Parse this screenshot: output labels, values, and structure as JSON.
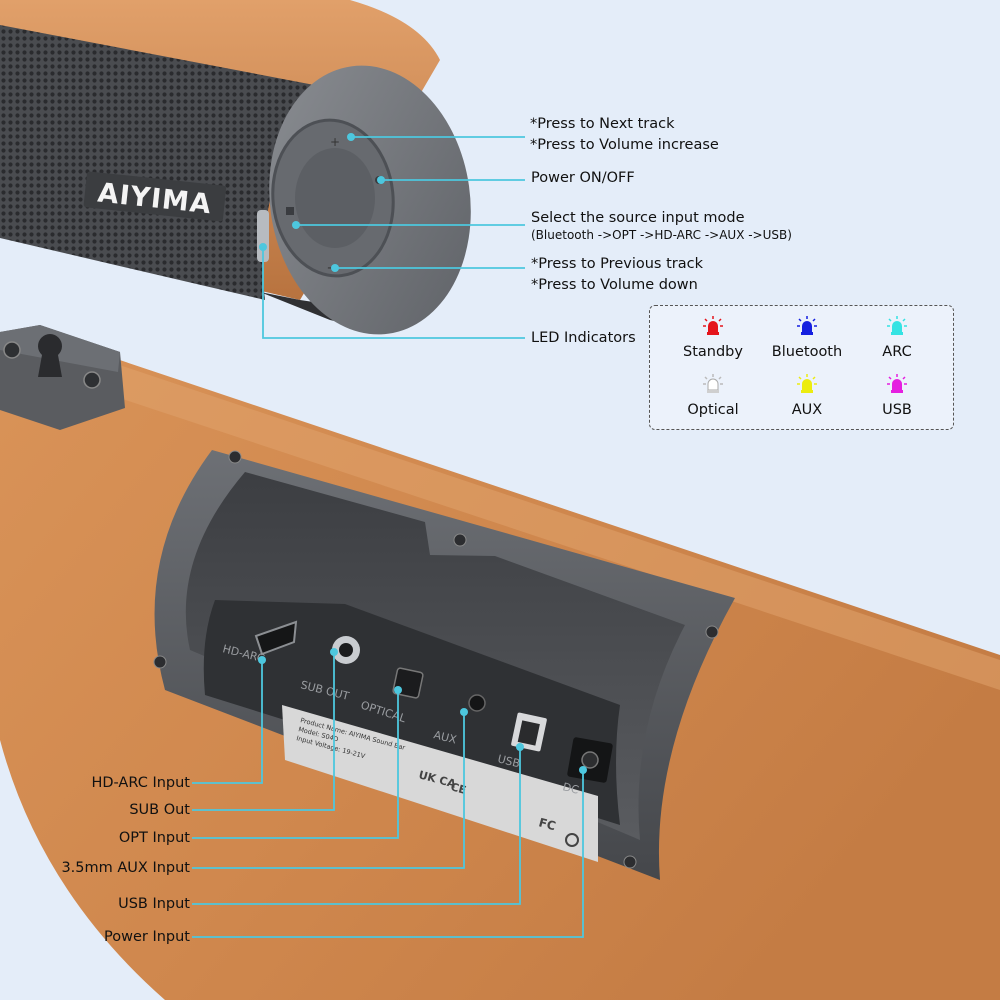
{
  "brand": "AIYIMA",
  "callouts": {
    "next_track_1": "*Press to Next track",
    "next_track_2": "*Press to Volume increase",
    "power": "Power ON/OFF",
    "source_1": "Select the source input mode",
    "source_2": "(Bluetooth ->OPT ->HD-ARC ->AUX ->USB)",
    "prev_track_1": "*Press to Previous track",
    "prev_track_2": "*Press to Volume down",
    "led": "LED Indicators"
  },
  "led_indicators": [
    {
      "name": "Standby",
      "color": "#e5141b"
    },
    {
      "name": "Bluetooth",
      "color": "#1520e0"
    },
    {
      "name": "ARC",
      "color": "#35e3e3"
    },
    {
      "name": "Optical",
      "color": "#ffffff"
    },
    {
      "name": "AUX",
      "color": "#ecec10"
    },
    {
      "name": "USB",
      "color": "#e520e0"
    }
  ],
  "ports": {
    "hdarc": "HD-ARC Input",
    "sub": "SUB Out",
    "opt": "OPT Input",
    "aux": "3.5mm AUX Input",
    "usb": "USB Input",
    "dc": "Power Input"
  },
  "panel_labels": {
    "hdarc": "HD-ARC",
    "sub": "SUB OUT",
    "optical": "OPTICAL",
    "aux": "AUX",
    "usb": "USB",
    "dc": "DC"
  },
  "rating_label": {
    "line1": "Product Name: AIYIMA Sound Bar",
    "line2": "Model: S04D",
    "line3": "Input Voltage: 19-21V"
  },
  "colors": {
    "leader_line": "#4dc7de",
    "wood": "#d08a52",
    "grille": "#55575a",
    "panel": "#505256"
  }
}
